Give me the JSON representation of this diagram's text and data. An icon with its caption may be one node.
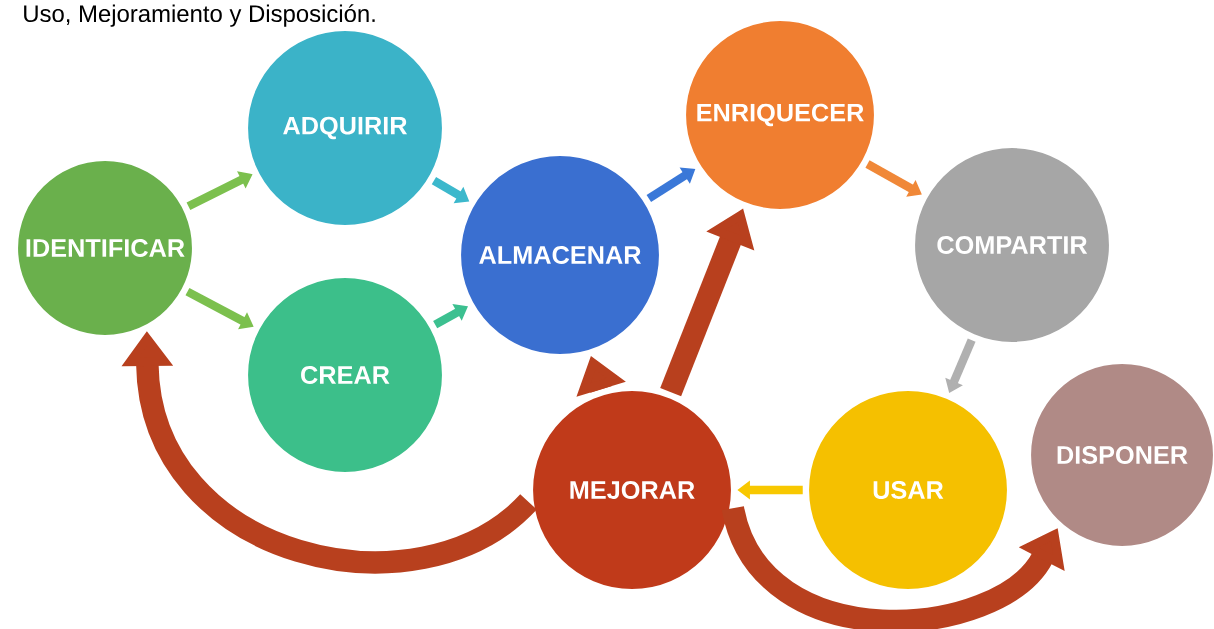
{
  "diagram": {
    "nodes": [
      {
        "text": [
          "IDENTIFICAR"
        ]
      },
      {
        "text": [
          "ADQUIRIR"
        ]
      },
      {
        "text": [
          "CREAR"
        ]
      },
      {
        "text": [
          "ALMACENAR"
        ]
      },
      {
        "text": [
          "ENRIQUECER"
        ]
      },
      {
        "text": [
          "COMPARTIR"
        ]
      },
      {
        "text": [
          "DISPONER"
        ]
      },
      {
        "text": [
          "MEJORAR"
        ]
      },
      {
        "text": [
          "USAR"
        ]
      }
    ],
    "edges": [
      {
        "from": 0,
        "to": 1,
        "arrow": "to",
        "color": "#7cc04e"
      },
      {
        "from": 0,
        "to": 2,
        "arrow": "to",
        "color": "#7cc04e"
      },
      {
        "from": 1,
        "to": 3,
        "arrow": "to",
        "color": "#3cb8cc"
      },
      {
        "from": 2,
        "to": 3,
        "arrow": "to",
        "color": "#3cc090"
      },
      {
        "from": 3,
        "to": 4,
        "arrow": "to",
        "color": "#3a78d8"
      },
      {
        "from": 4,
        "to": 5,
        "arrow": "to",
        "color": "#f08838"
      },
      {
        "from": 5,
        "to": 8,
        "arrow": "to",
        "color": "#b0b0b0"
      },
      {
        "from": 8,
        "to": 7,
        "arrow": "to",
        "color": "#f8c800"
      },
      {
        "from": 7,
        "to": 3,
        "arrow": "to",
        "style": "thick"
      },
      {
        "from": 7,
        "to": 4,
        "arrow": "to",
        "style": "thick"
      },
      {
        "from": 7,
        "to": 0,
        "arrow": "to",
        "style": "thick"
      },
      {
        "from": 7,
        "to": 6,
        "arrow": "to",
        "style": "thick"
      }
    ],
    "labels": [
      "Uso, Mejoramiento y Disposición."
    ]
  }
}
